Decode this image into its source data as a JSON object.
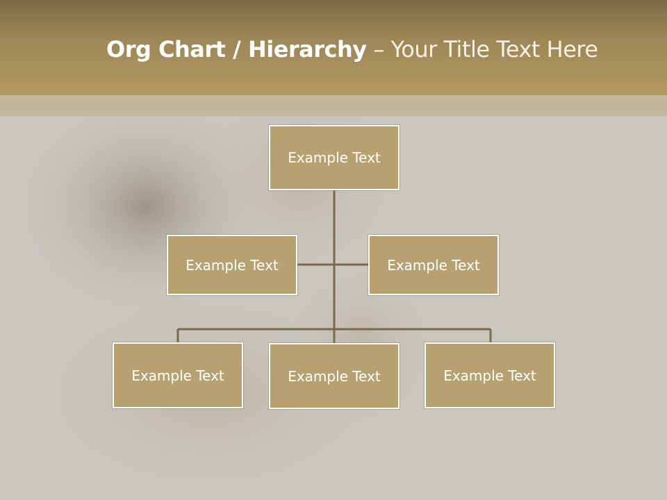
{
  "title": {
    "bold": "Org Chart / Hierarchy",
    "dash": " – ",
    "rest": "Your Title Text Here"
  },
  "nodes": {
    "root": "Example Text",
    "assistant_left": "Example Text",
    "assistant_right": "Example Text",
    "child_1": "Example Text",
    "child_2": "Example Text",
    "child_3": "Example Text"
  },
  "colors": {
    "header": "#b39a62",
    "node_fill": "#b8a170",
    "node_border": "#ffffff",
    "connector": "#7a6a4a",
    "background": "#c9c6c0"
  }
}
